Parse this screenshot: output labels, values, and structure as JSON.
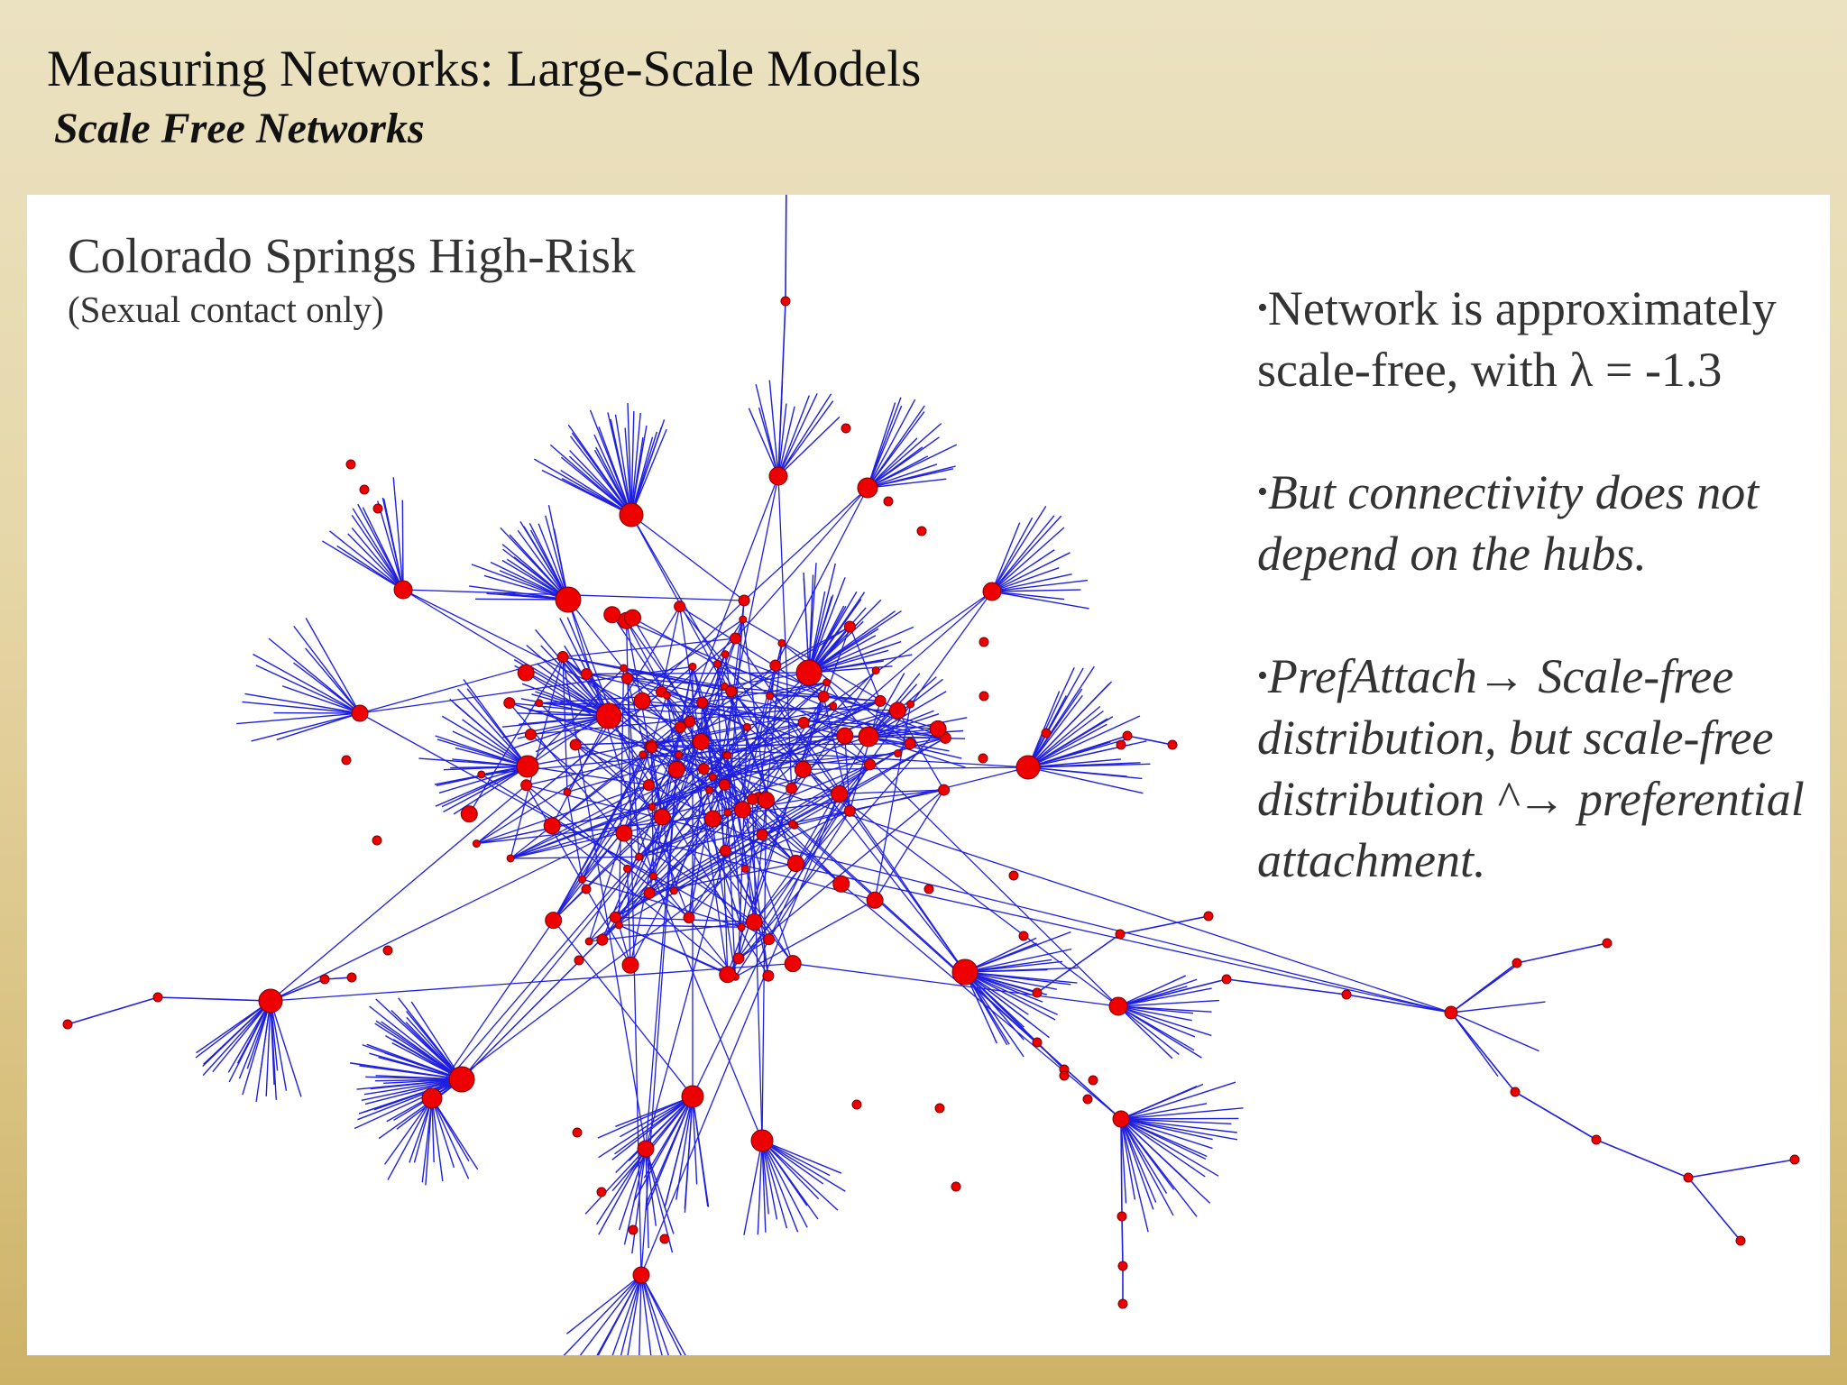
{
  "header": {
    "title": "Measuring Networks: Large-Scale Models",
    "subtitle": "Scale Free Networks"
  },
  "figure": {
    "title": "Colorado Springs High-Risk",
    "subtitle": "(Sexual contact only)"
  },
  "notes": [
    {
      "bullet": "•",
      "text": "Network is approximately scale-free, with λ = -1.3"
    },
    {
      "bullet": "•",
      "text": "But connectivity does not depend on the hubs."
    },
    {
      "bullet": "•",
      "text": "PrefAttach→ Scale-free distribution, but scale-free distribution ^→ preferential attachment."
    }
  ],
  "colors": {
    "edge": "#1f1fe0",
    "node": "#ee0000",
    "node_outline": "#7a0000"
  }
}
